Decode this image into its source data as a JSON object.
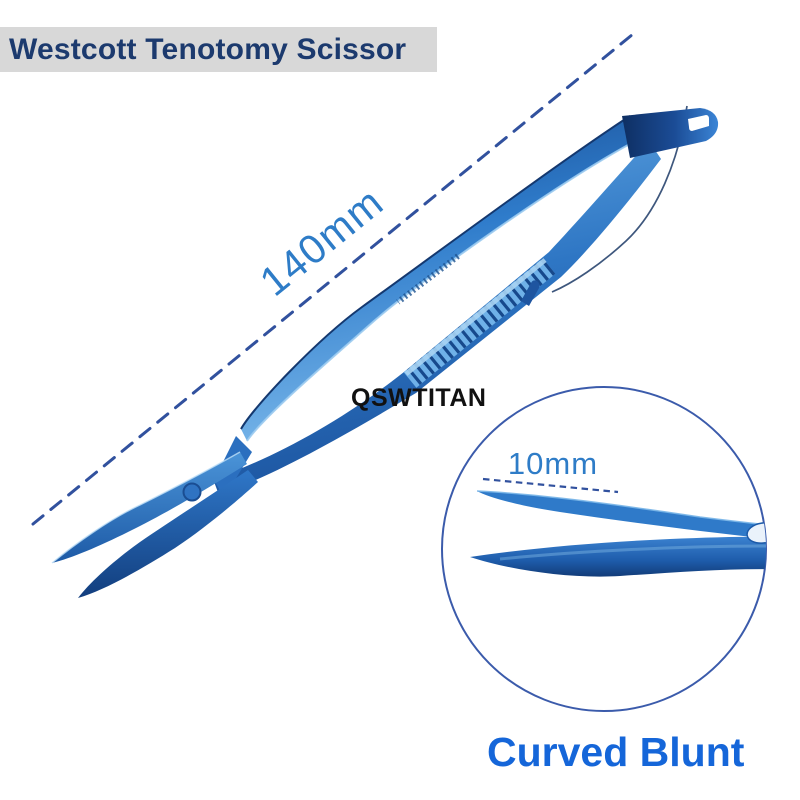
{
  "banner": {
    "title": "Westcott Tenotomy Scissor"
  },
  "measurements": {
    "total_length_label": "140mm",
    "tip_length_label": "10mm"
  },
  "brand": {
    "name": "QSWTITAN"
  },
  "caption": {
    "label": "Curved Blunt"
  },
  "colors": {
    "banner-bg": "#d8d8d8",
    "banner-text": "#1c3a6e",
    "measure-blue": "#2e7cc7",
    "dash-navy": "#31519e",
    "caption-blue": "#1566d9",
    "brand-black": "#111111",
    "inset-stroke": "#3b5bab"
  }
}
